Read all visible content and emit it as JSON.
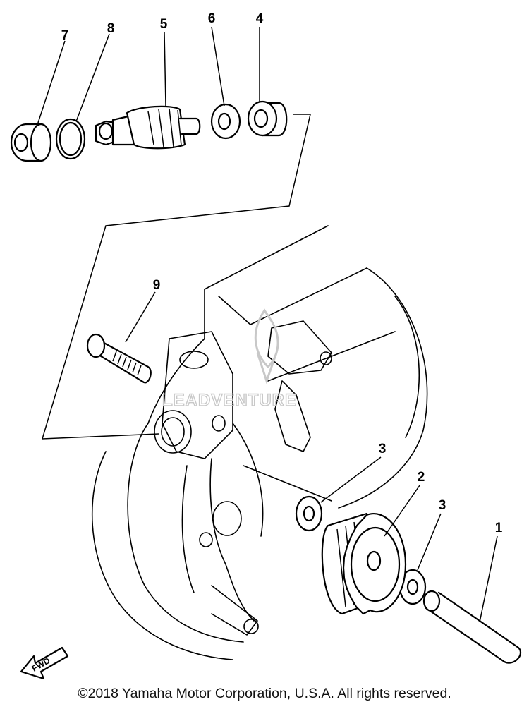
{
  "callouts": [
    "7",
    "8",
    "5",
    "6",
    "4",
    "9",
    "3",
    "2",
    "3",
    "1"
  ],
  "fwd_label": "FWD",
  "watermark": {
    "text": "LEADVENTURE",
    "tone": "#c8c8c8"
  },
  "copyright": "©2018 Yamaha Motor Corporation, U.S.A. All rights reserved."
}
